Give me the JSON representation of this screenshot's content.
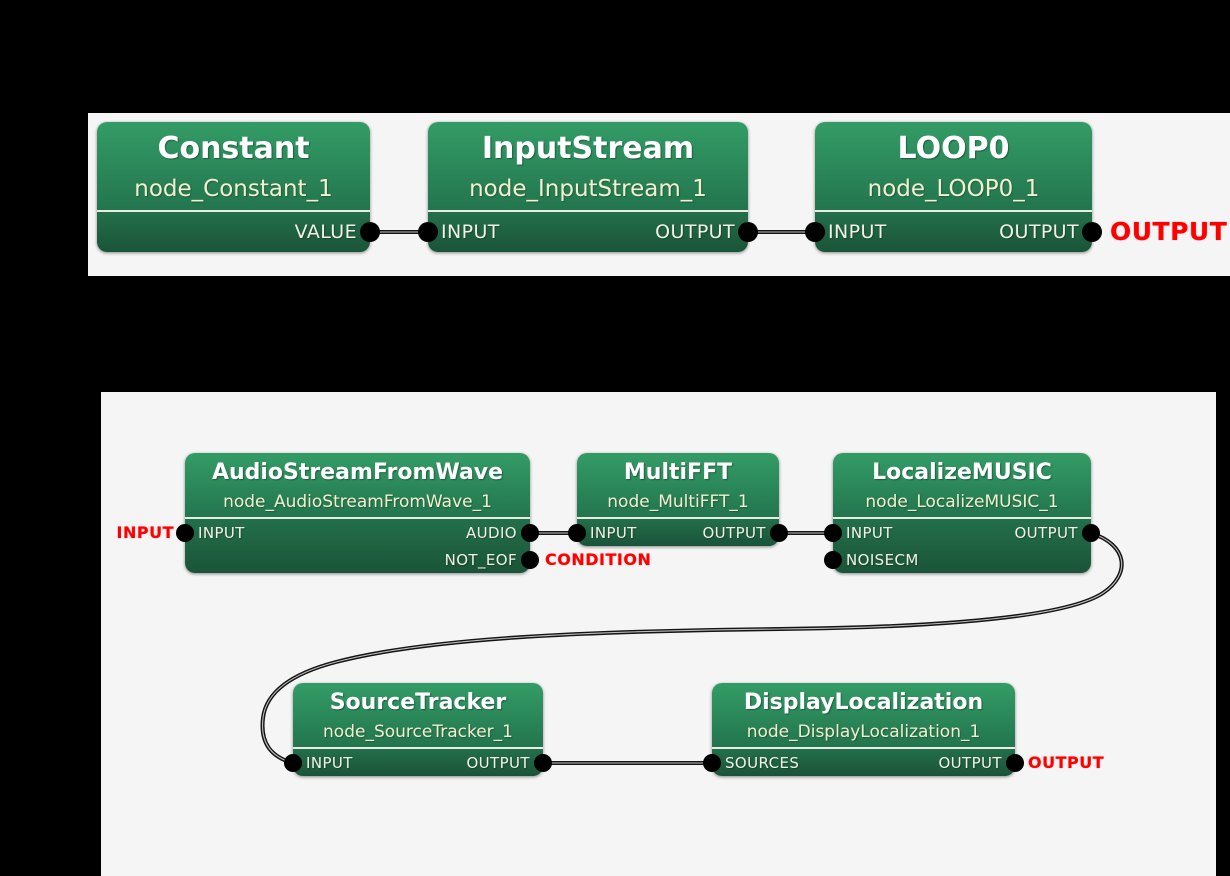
{
  "colors": {
    "background": "#000000",
    "panel": "#f5f5f5",
    "node_head_top": "#339c66",
    "node_head_bottom": "#23754e",
    "node_ports_top": "#236f4b",
    "node_ports_bottom": "#1a5438",
    "separator": "#e6eee4",
    "title_text": "#ffffff",
    "subtitle_text": "#f2f0d0",
    "port_text": "#f2f2e6",
    "external_label": "#ff0000",
    "connector": "#141414"
  },
  "nodes": {
    "constant": {
      "title": "Constant",
      "subtitle": "node_Constant_1",
      "ports": {
        "value": "VALUE"
      }
    },
    "input_stream": {
      "title": "InputStream",
      "subtitle": "node_InputStream_1",
      "ports": {
        "input": "INPUT",
        "output": "OUTPUT"
      }
    },
    "loop0": {
      "title": "LOOP0",
      "subtitle": "node_LOOP0_1",
      "ports": {
        "input": "INPUT",
        "output": "OUTPUT"
      }
    },
    "audio_stream_from_wave": {
      "title": "AudioStreamFromWave",
      "subtitle": "node_AudioStreamFromWave_1",
      "ports": {
        "input": "INPUT",
        "audio": "AUDIO",
        "not_eof": "NOT_EOF"
      }
    },
    "multi_fft": {
      "title": "MultiFFT",
      "subtitle": "node_MultiFFT_1",
      "ports": {
        "input": "INPUT",
        "output": "OUTPUT"
      }
    },
    "localize_music": {
      "title": "LocalizeMUSIC",
      "subtitle": "node_LocalizeMUSIC_1",
      "ports": {
        "input": "INPUT",
        "output": "OUTPUT",
        "noisecm": "NOISECM"
      }
    },
    "source_tracker": {
      "title": "SourceTracker",
      "subtitle": "node_SourceTracker_1",
      "ports": {
        "input": "INPUT",
        "output": "OUTPUT"
      }
    },
    "display_localization": {
      "title": "DisplayLocalization",
      "subtitle": "node_DisplayLocalization_1",
      "ports": {
        "sources": "SOURCES",
        "output": "OUTPUT"
      }
    }
  },
  "external_labels": {
    "main_network_output": "OUTPUT",
    "wave_input": "INPUT",
    "condition": "CONDITION",
    "localization_output": "OUTPUT"
  }
}
